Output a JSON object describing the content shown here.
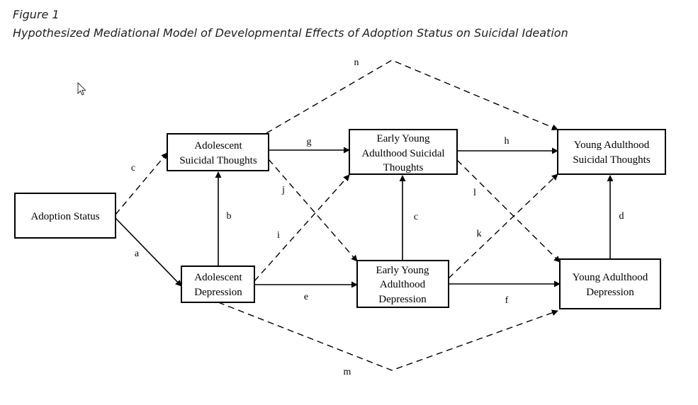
{
  "figure": {
    "number": "Figure 1",
    "title": "Hypothesized Mediational Model of Developmental Effects of Adoption Status on Suicidal Ideation"
  },
  "nodes": {
    "adoption_status": [
      "Adoption Status"
    ],
    "adol_thoughts": [
      "Adolescent",
      "Suicidal Thoughts"
    ],
    "adol_depression": [
      "Adolescent",
      "Depression"
    ],
    "eya_thoughts": [
      "Early Young",
      "Adulthood Suicidal",
      "Thoughts"
    ],
    "eya_depression": [
      "Early Young",
      "Adulthood",
      "Depression"
    ],
    "ya_thoughts": [
      "Young Adulthood",
      "Suicidal Thoughts"
    ],
    "ya_depression": [
      "Young Adulthood",
      "Depression"
    ]
  },
  "paths": {
    "a": "a",
    "b": "b",
    "c1": "c",
    "c2": "c",
    "d": "d",
    "e": "e",
    "f": "f",
    "g": "g",
    "h": "h",
    "i": "i",
    "j": "j",
    "k": "k",
    "l": "l",
    "m": "m",
    "n": "n"
  },
  "cursor_icon": "mouse-pointer-icon"
}
